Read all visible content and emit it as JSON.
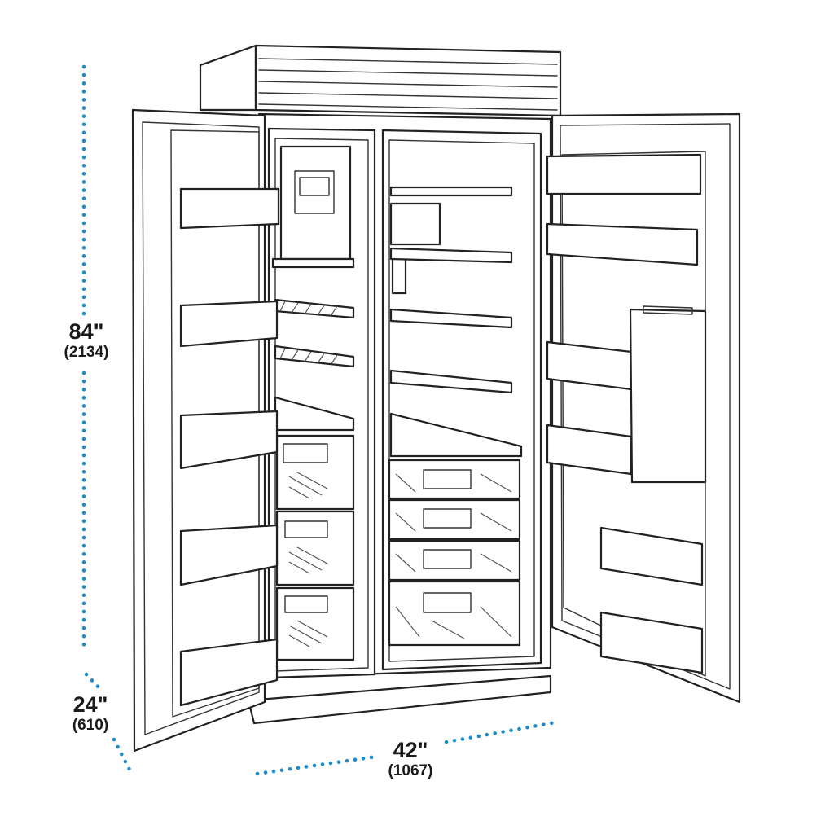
{
  "dimensions": {
    "height": {
      "imperial": "84\"",
      "metric": "(2134)"
    },
    "depth": {
      "imperial": "24\"",
      "metric": "(610)"
    },
    "width": {
      "imperial": "42\"",
      "metric": "(1067)"
    }
  },
  "colors": {
    "dimension_dots": "#1e8cc8",
    "line_art": "#222222"
  },
  "figure": {
    "subject": "refrigerator-line-art-icon"
  }
}
